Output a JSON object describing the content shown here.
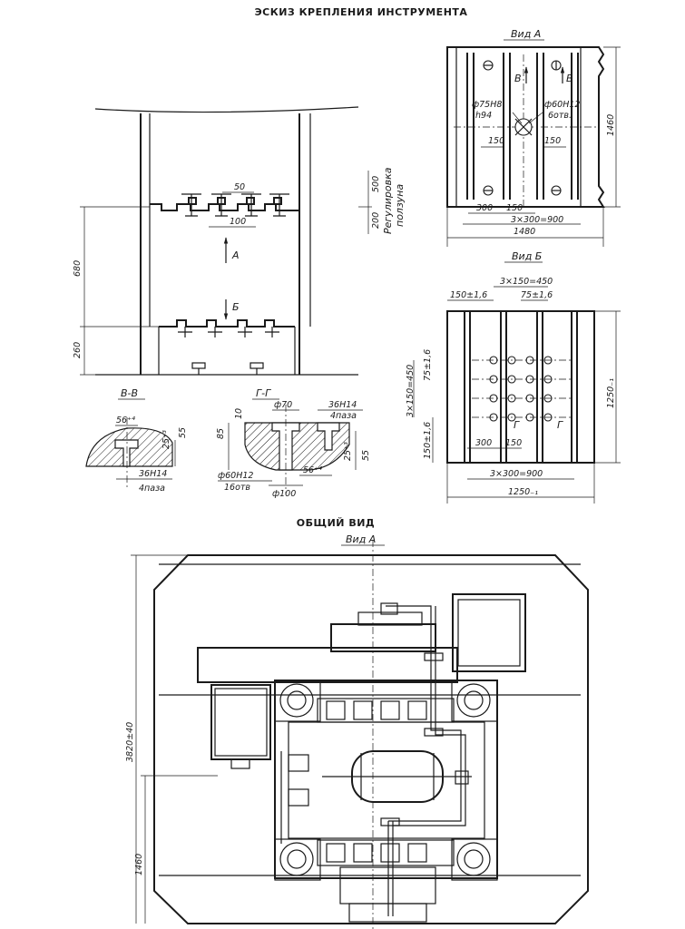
{
  "title_top": "ЭСКИЗ КРЕПЛЕНИЯ ИНСТРУМЕНТА",
  "title_general": "ОБЩИЙ ВИД",
  "views": {
    "vid_a": "Вид А",
    "vid_b": "Вид Б",
    "vid_a_general": "Вид А",
    "section_vv": "В-В",
    "section_gg": "Г-Г"
  },
  "slide_sketch": {
    "dims": {
      "d50": "50",
      "d100": "100",
      "d500": "500",
      "d200": "200",
      "d680": "680",
      "d260": "260"
    },
    "slide_adjust_line1": "Регулировка",
    "slide_adjust_line2": "ползуна",
    "mark_a": "А",
    "mark_b": "Б"
  },
  "view_a": {
    "marker_v": "В",
    "hole_left_line1": "ф75Н8",
    "hole_left_line2": "h94",
    "hole_right_line1": "ф60Н12",
    "hole_right_line2": "6отв.",
    "d150_left": "150",
    "d150_right": "150",
    "d300": "300",
    "d150_bottom": "150",
    "d3x300": "3×300=900",
    "width": "1480",
    "height": "1460"
  },
  "view_b": {
    "d3x150": "3×150=450",
    "d150_16": "150±1,6",
    "d75_16": "75±1,6",
    "left_3x150": "3×150=450",
    "left_75_16": "75±1,6",
    "left_150_16": "150±1,6",
    "marker_g": "Г",
    "d300": "300",
    "d150": "150",
    "d3x300": "3×300=900",
    "width": "1250₋₁",
    "height": "1250₋₁"
  },
  "section_vv": {
    "d56": "56⁺⁴",
    "d25": "25⁺³",
    "d55": "55",
    "slot": "36Н14",
    "slots": "4паза"
  },
  "section_gg": {
    "d70": "ф70",
    "d10": "10",
    "d85": "85",
    "slot": "36Н14",
    "slots": "4паза",
    "d25": "25⁺³",
    "d55": "55",
    "hole": "ф60Н12",
    "holes": "16отв",
    "d56": "56⁺⁴",
    "d100": "ф100"
  },
  "general": {
    "height": "3820±40",
    "base_height": "1460"
  },
  "colors": {
    "ink": "#1a1a1a",
    "paper": "#ffffff"
  }
}
